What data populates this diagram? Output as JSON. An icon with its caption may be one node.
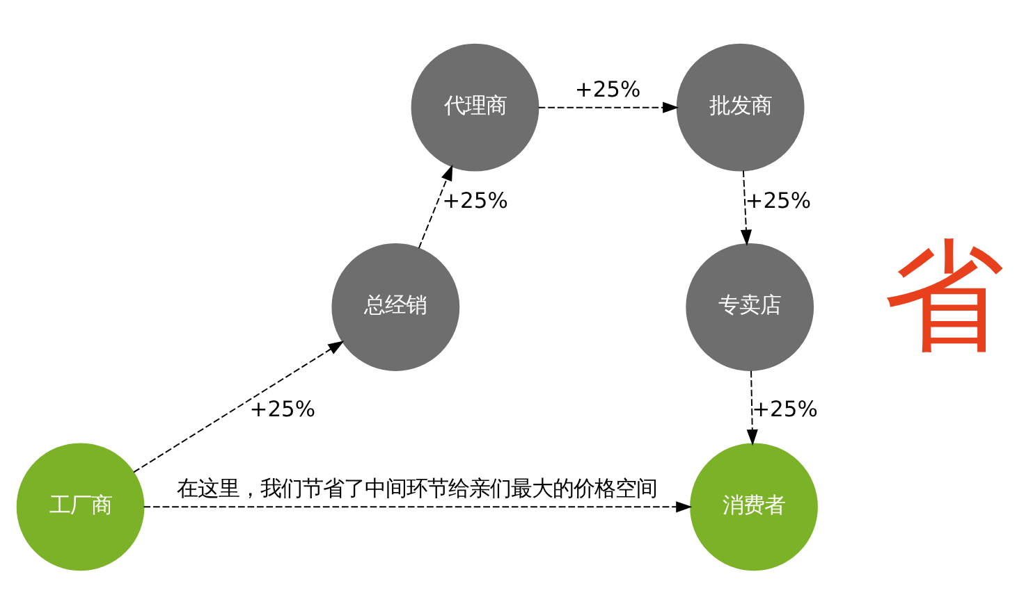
{
  "diagram": {
    "nodes": [
      {
        "text": [
          "工厂商"
        ]
      },
      {
        "text": [
          "总经销"
        ]
      },
      {
        "text": [
          "代理商"
        ]
      },
      {
        "text": [
          "批发商"
        ]
      },
      {
        "text": [
          "专卖店"
        ]
      },
      {
        "text": [
          "消费者"
        ]
      }
    ],
    "edges": [
      {
        "from": 0,
        "to": 1,
        "arrow": "to",
        "label": "+25%",
        "style": "dashed"
      },
      {
        "from": 1,
        "to": 2,
        "arrow": "to",
        "label": "+25%",
        "style": "dashed"
      },
      {
        "from": 2,
        "to": 3,
        "arrow": "to",
        "label": "+25%",
        "style": "dashed"
      },
      {
        "from": 3,
        "to": 4,
        "arrow": "to",
        "label": "+25%",
        "style": "dashed"
      },
      {
        "from": 4,
        "to": 5,
        "arrow": "to",
        "label": "+25%",
        "style": "dashed"
      },
      {
        "from": 0,
        "to": 5,
        "arrow": "to",
        "label": "在这里，我们节省了中间环节给亲们最大的价格空间",
        "style": "dashed"
      }
    ],
    "labels": [
      "省"
    ]
  }
}
